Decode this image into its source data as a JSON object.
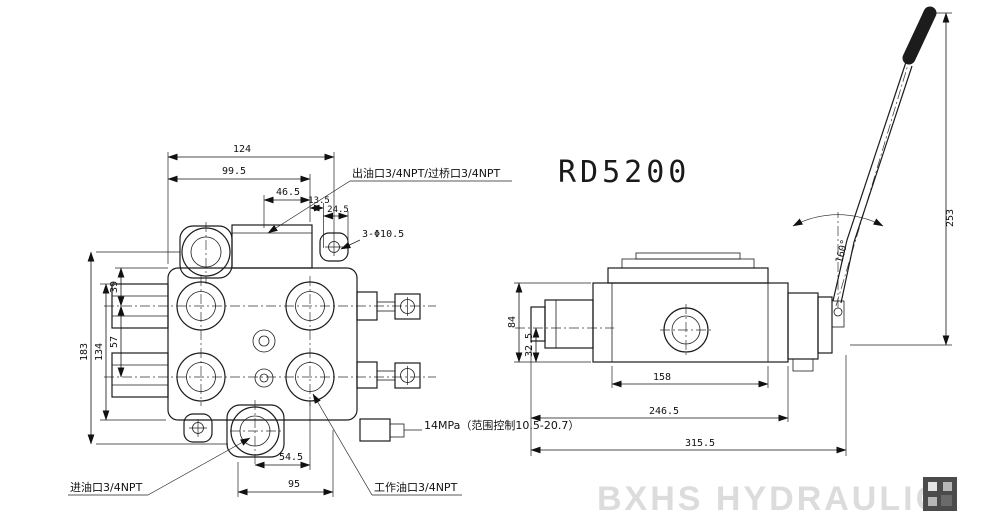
{
  "title": "RD5200",
  "watermark": "BXHS HYDRAULIC",
  "labels": {
    "outlet": "出油口3/4NPT/过桥口3/4NPT",
    "inlet": "进油口3/4NPT",
    "work": "工作油口3/4NPT",
    "pressure": "14MPa（范围控制10.5-20.7）",
    "holes": "3-Φ10.5"
  },
  "dims": {
    "d124": "124",
    "d99_5": "99.5",
    "d46_5": "46.5",
    "d13_5": "13.5",
    "d24_5": "24.5",
    "d39": "39",
    "d57": "57",
    "d134": "134",
    "d183": "183",
    "d54_5": "54.5",
    "d95": "95",
    "d84": "84",
    "d32_5": "32.5",
    "d158": "158",
    "d246_5": "246.5",
    "d315_5": "315.5",
    "d253": "253",
    "angle": "160°"
  }
}
